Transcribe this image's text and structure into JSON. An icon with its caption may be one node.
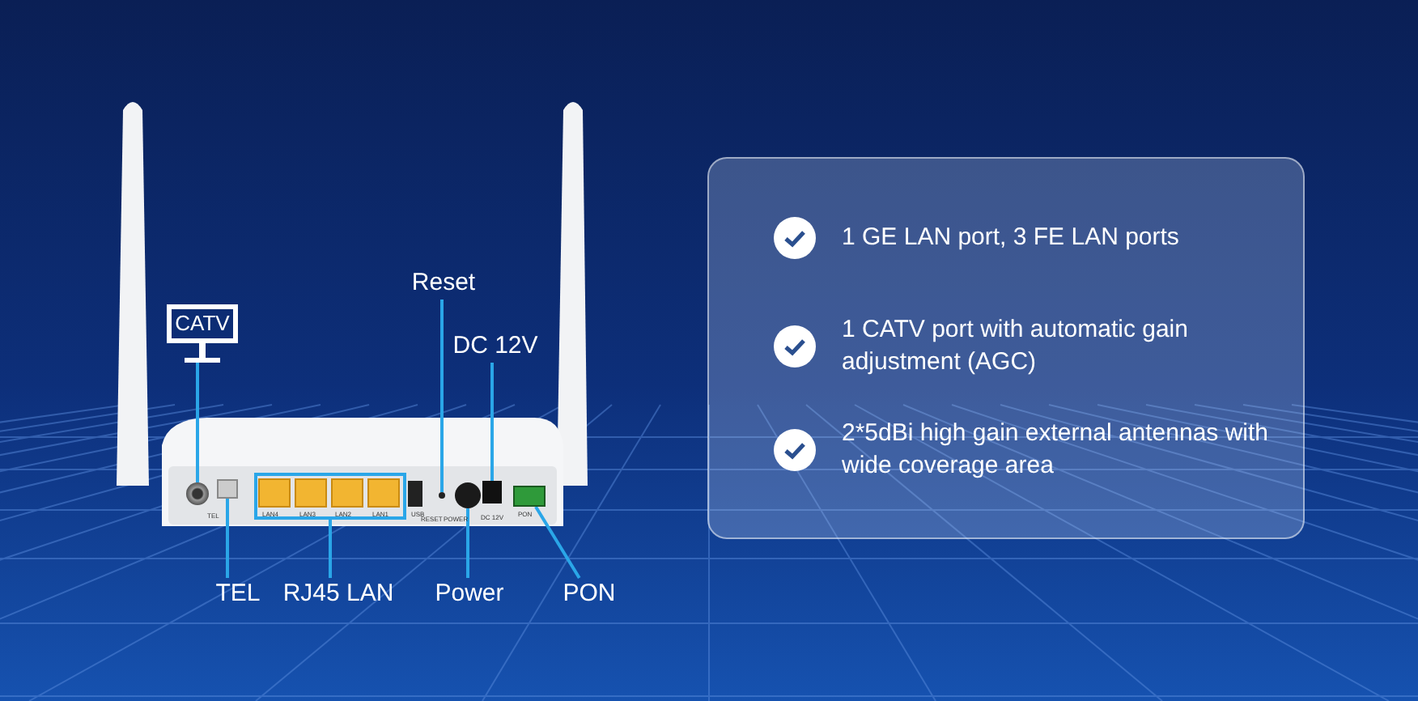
{
  "diagram": {
    "nodes": [
      {
        "text": [
          "CATV"
        ]
      },
      {
        "text": [
          "Reset"
        ]
      },
      {
        "text": [
          "DC 12V"
        ]
      },
      {
        "text": [
          "TEL"
        ]
      },
      {
        "text": [
          "RJ45 LAN"
        ]
      },
      {
        "text": [
          "Power"
        ]
      },
      {
        "text": [
          "PON"
        ]
      },
      {
        "text": [],
        "shape": "circle"
      },
      {
        "text": [],
        "shape": "box"
      },
      {
        "text": [],
        "shape": "box"
      },
      {
        "text": [],
        "shape": "circle"
      },
      {
        "text": [],
        "shape": "circle"
      },
      {
        "text": [],
        "shape": "box"
      },
      {
        "text": [],
        "shape": "box"
      },
      {
        "text": [],
        "shape": "box"
      },
      {
        "text": [
          "1 GE LAN port, 3 FE LAN ports"
        ],
        "in": 14
      },
      {
        "text": [
          "1 CATV port with automatic gain adjustment (AGC)"
        ],
        "in": 14
      },
      {
        "text": [
          "2*5dBi high gain external antennas with wide coverage area"
        ],
        "in": 14
      }
    ],
    "edges": [
      {
        "from": 0,
        "to": 7,
        "arrow": "none"
      },
      {
        "from": 1,
        "to": 10,
        "arrow": "none"
      },
      {
        "from": 2,
        "to": 12,
        "arrow": "none"
      },
      {
        "from": 3,
        "to": 8,
        "arrow": "none"
      },
      {
        "from": 4,
        "to": 9,
        "arrow": "none"
      },
      {
        "from": 5,
        "to": 11,
        "arrow": "none"
      },
      {
        "from": 6,
        "to": 13,
        "arrow": "none"
      }
    ],
    "labels": [
      "TEL",
      "LAN4",
      "LAN3",
      "LAN2",
      "LAN1",
      "USB",
      "RESET",
      "POWER",
      "DC 12V",
      "PON"
    ]
  }
}
